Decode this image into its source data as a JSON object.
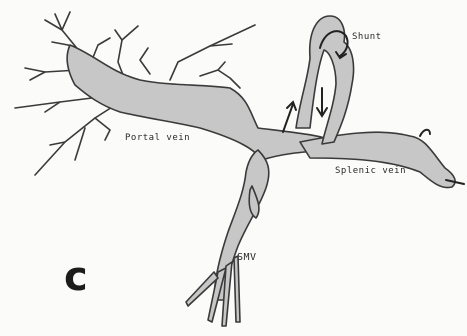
{
  "figure": {
    "panel_letter": "c",
    "labels": {
      "shunt": "Shunt",
      "portal_vein": "Portal vein",
      "splenic_vein": "Splenic vein",
      "smv": "SMV"
    }
  },
  "colors": {
    "vessel_fill": "#c7c7c7",
    "outline": "#3a3a3a",
    "background": "#fbfbf9"
  }
}
